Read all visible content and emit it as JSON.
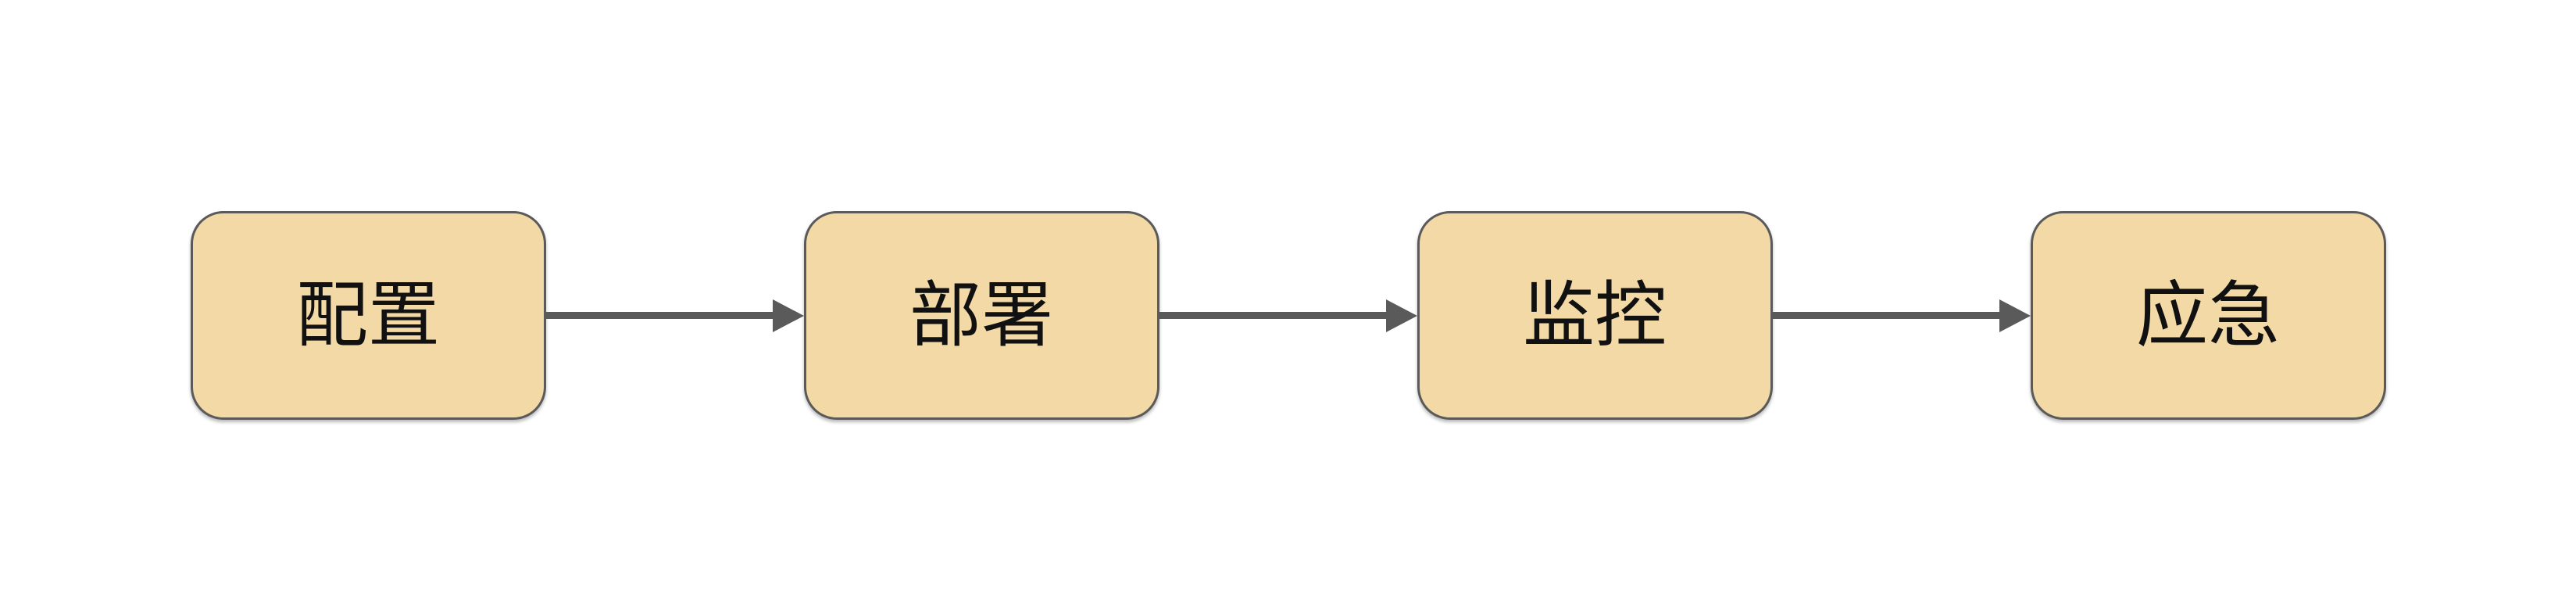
{
  "diagram": {
    "type": "flowchart",
    "direction": "left-to-right",
    "nodes": [
      {
        "id": "node-1",
        "label": "配置"
      },
      {
        "id": "node-2",
        "label": "部署"
      },
      {
        "id": "node-3",
        "label": "监控"
      },
      {
        "id": "node-4",
        "label": "应急"
      }
    ],
    "edges": [
      {
        "from": "配置",
        "to": "部署",
        "style": "solid-arrow"
      },
      {
        "from": "部署",
        "to": "监控",
        "style": "solid-arrow"
      },
      {
        "from": "监控",
        "to": "应急",
        "style": "solid-arrow"
      }
    ],
    "colors": {
      "node_fill": "#F3D9A6",
      "node_border": "#5A5A5A",
      "arrow": "#5A5A5A",
      "text": "#111111",
      "background": "#FFFFFF"
    }
  }
}
